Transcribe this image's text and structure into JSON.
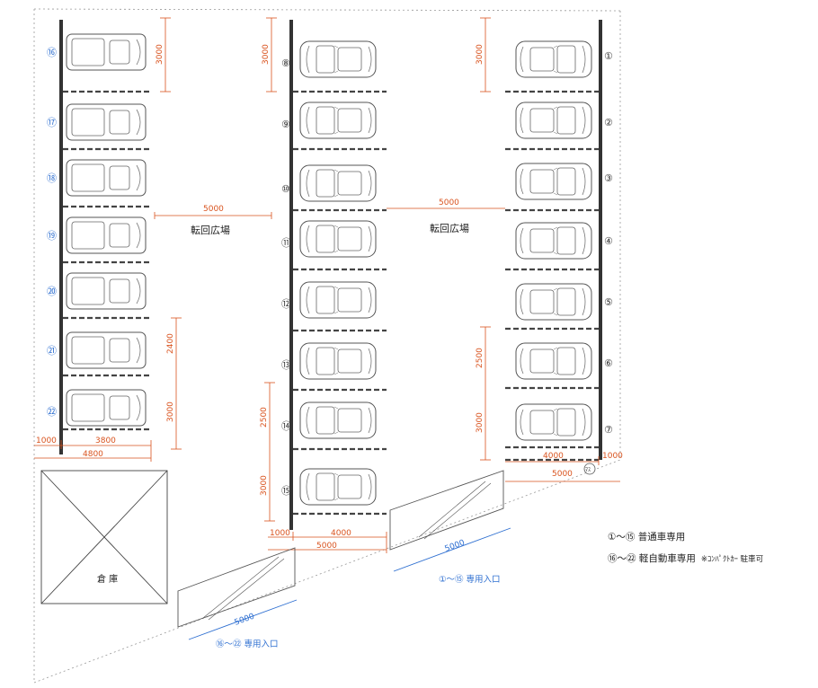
{
  "dims": {
    "d3000": "3000",
    "d5000": "5000",
    "d2400": "2400",
    "d2500": "2500",
    "d1000": "1000",
    "d3800": "3800",
    "d4800": "4800",
    "d4000": "4000"
  },
  "labels": {
    "turnaround": "転回広場",
    "warehouse": "倉 庫",
    "meter": "ﾏｽ",
    "entrance_small": "⑯～㉒ 専用入口",
    "entrance_regular": "①～⑮ 専用入口"
  },
  "stalls": {
    "left": [
      "⑯",
      "⑰",
      "⑱",
      "⑲",
      "⑳",
      "㉑",
      "㉒"
    ],
    "middle": [
      "⑧",
      "⑨",
      "⑩",
      "⑪",
      "⑫",
      "⑬",
      "⑭",
      "⑮"
    ],
    "right": [
      "①",
      "②",
      "③",
      "④",
      "⑤",
      "⑥",
      "⑦"
    ]
  },
  "legend": {
    "regular": "①～⑮ 普通車専用",
    "small": "⑯～㉒ 軽自動車専用",
    "small_note": "※ｺﾝﾊﾟｸﾄｶｰ 駐車可"
  },
  "colors": {
    "dimension": "#d9531e",
    "entrance": "#2e6fd1",
    "line": "#333333"
  }
}
